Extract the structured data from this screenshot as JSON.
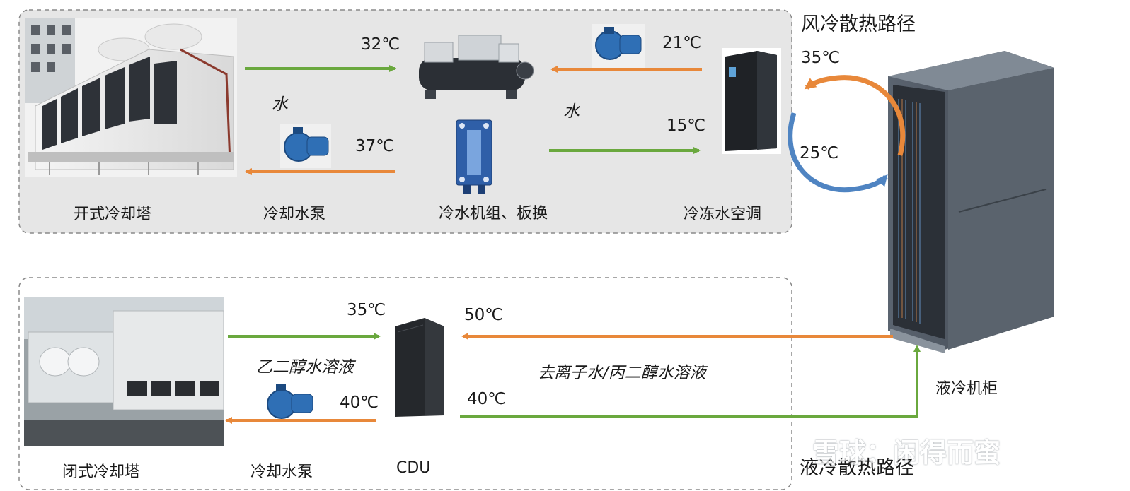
{
  "titles": {
    "air_path": "风冷散热路径",
    "liquid_path": "液冷散热路径"
  },
  "air_section": {
    "temps": {
      "to_chiller": "32℃",
      "to_tower": "37℃",
      "from_crac": "21℃",
      "to_crac": "15℃",
      "hot_air": "35℃",
      "cold_air": "25℃"
    },
    "media": {
      "left_water": "水",
      "right_water": "水"
    },
    "captions": {
      "open_tower": "开式冷却塔",
      "pump": "冷却水泵",
      "chiller": "冷水机组、板换",
      "crac": "冷冻水空调"
    }
  },
  "liquid_section": {
    "temps": {
      "to_cdu": "35℃",
      "to_tower": "40℃",
      "from_rack": "50℃",
      "to_rack": "40℃"
    },
    "media": {
      "glycol": "乙二醇水溶液",
      "coolant": "去离子水/丙二醇水溶液"
    },
    "captions": {
      "closed_tower": "闭式冷却塔",
      "pump": "冷却水泵",
      "cdu": "CDU",
      "rack": "液冷机柜"
    }
  },
  "colors": {
    "supply_arrow": "#6aa83e",
    "return_arrow": "#e8883a",
    "air_hot": "#e8883a",
    "air_cold": "#4f84c2",
    "panel_fill": "#e6e6e6",
    "panel_border": "#8a8a8a"
  },
  "watermark": "雪球：闲得而蜜"
}
